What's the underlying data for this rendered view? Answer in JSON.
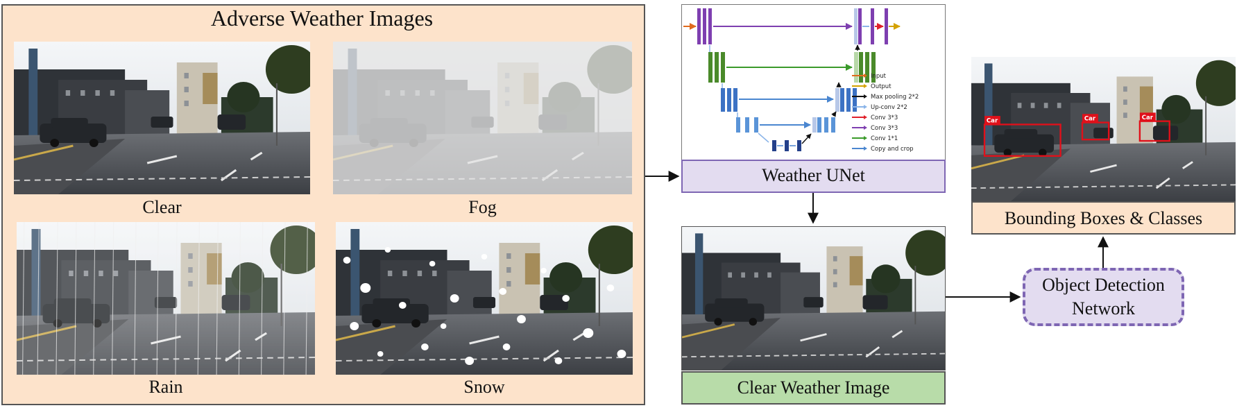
{
  "panel": {
    "title": "Adverse Weather Images",
    "captions": {
      "clear": "Clear",
      "fog": "Fog",
      "rain": "Rain",
      "snow": "Snow"
    }
  },
  "unet": {
    "label": "Weather UNet",
    "legend": [
      {
        "text": "Input",
        "color": "#e06a1d"
      },
      {
        "text": "Output",
        "color": "#d4a200"
      },
      {
        "text": "Max pooling 2*2",
        "color": "#111111"
      },
      {
        "text": "Up-conv 2*2",
        "color": "#8ab4e8"
      },
      {
        "text": "Conv 3*3",
        "color": "#e0202a"
      },
      {
        "text": "Conv 3*3",
        "color": "#7e3fb0"
      },
      {
        "text": "Conv 1*1",
        "color": "#3a9a2a"
      },
      {
        "text": "Copy and crop",
        "color": "#4a86d0"
      }
    ]
  },
  "clear_output": {
    "label": "Clear Weather Image"
  },
  "detector": {
    "label_line1": "Object Detection",
    "label_line2": "Network"
  },
  "result": {
    "label": "Bounding Boxes & Classes",
    "detections": [
      "Car",
      "Car",
      "Car"
    ]
  },
  "colors": {
    "panel_fill": "#fde3cb",
    "unet_label_fill": "#e3dcf0",
    "accent_purple": "#7e66b3",
    "clear_label_fill": "#b8dca9",
    "bbox_red": "#e0101a"
  }
}
